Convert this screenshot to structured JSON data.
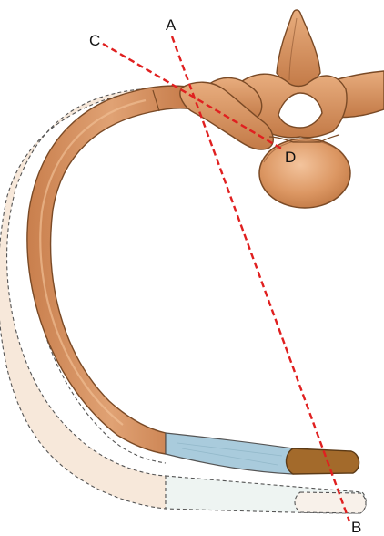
{
  "diagram": {
    "labels": {
      "a": "A",
      "b": "B",
      "c": "C",
      "d": "D"
    },
    "colors": {
      "bone": "#D9925E",
      "bone_dark": "#7A4A26",
      "bone_light": "#F0BE93",
      "ghost_rib": "#F7E8DA",
      "cartilage_blue": "#A9CBDC",
      "cartilage_ghost": "#EEF4F2",
      "cartilage_tip": "#A36A2B",
      "line_red": "#E02020",
      "dash_outline": "#555555"
    }
  }
}
